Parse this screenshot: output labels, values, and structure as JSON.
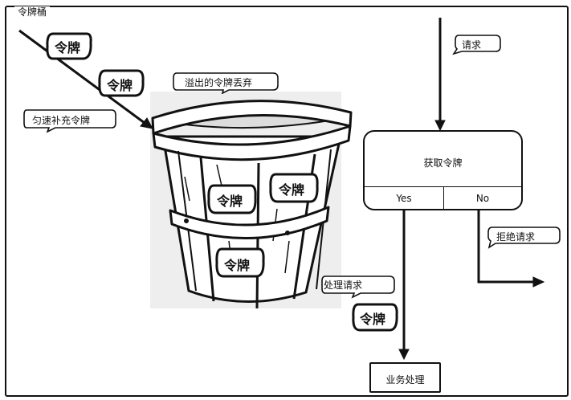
{
  "frame_title": "令牌桶",
  "bubbles": {
    "uniform_refill": "匀速补充令牌",
    "overflow_discard": "溢出的令牌丢弃",
    "request": "请求",
    "reject_request": "拒绝请求",
    "process_request": "处理请求"
  },
  "tokens": {
    "falling_1": "令牌",
    "falling_2": "令牌",
    "bucket_1": "令牌",
    "bucket_2": "令牌",
    "bucket_3": "令牌",
    "output": "令牌"
  },
  "decision": {
    "title": "获取令牌",
    "yes_label": "Yes",
    "no_label": "No"
  },
  "business_box": "业务处理"
}
